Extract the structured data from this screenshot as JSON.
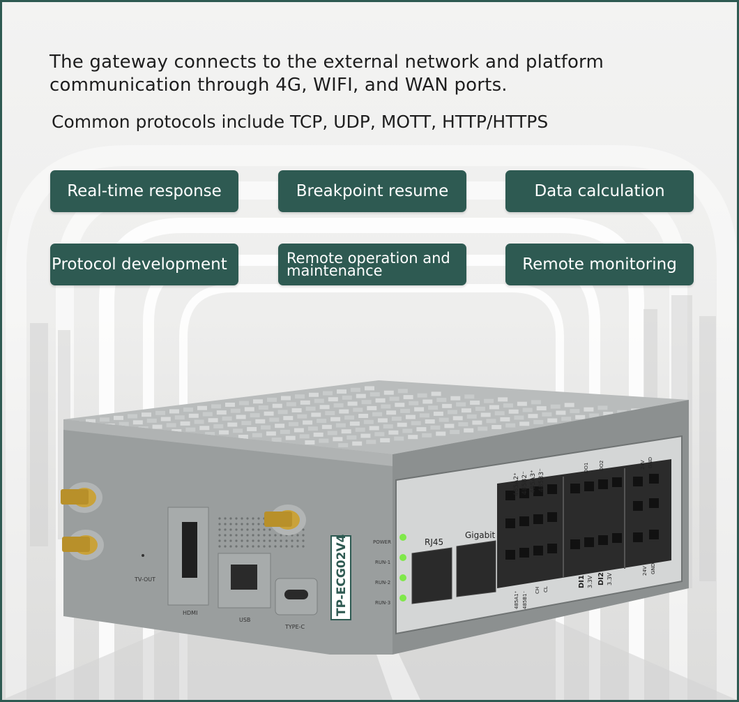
{
  "headline": "The gateway connects to the external network and platform communication through 4G, WIFI, and WAN ports.",
  "protocols": "Common protocols include TCP, UDP, MOTT, HTTP/HTTPS",
  "features": [
    {
      "label": "Real-time response"
    },
    {
      "label": "Breakpoint resume"
    },
    {
      "label": "Data calculation"
    },
    {
      "label": "Protocol development"
    },
    {
      "label": "Remote operation and maintenance"
    },
    {
      "label": "Remote monitoring"
    }
  ],
  "device": {
    "model": "TP-ECG02V4",
    "port_labels": {
      "tv_out": "TV-OUT",
      "hdmi": "HDMI",
      "usb": "USB",
      "type_c": "TYPE-C",
      "rj45": "RJ45",
      "gigabit": "Gigabit"
    },
    "leds": [
      "POWER",
      "RUN-1",
      "RUN-2",
      "RUN-3"
    ],
    "terminal_top_labels": [
      "485A2⁺",
      "485B2⁻",
      "485A3⁺",
      "485B3⁻",
      "DO1",
      "DO2",
      "24V",
      "GND"
    ],
    "terminal_bottom_labels": [
      "485A1⁺",
      "485B1⁻",
      "CH",
      "CL",
      "DI1",
      "3.3V",
      "DI2",
      "3.3V",
      "24V",
      "GND"
    ]
  },
  "colors": {
    "accent": "#2e5a52",
    "led": "#7fe84a",
    "antenna_gold": "#c9a23a"
  }
}
